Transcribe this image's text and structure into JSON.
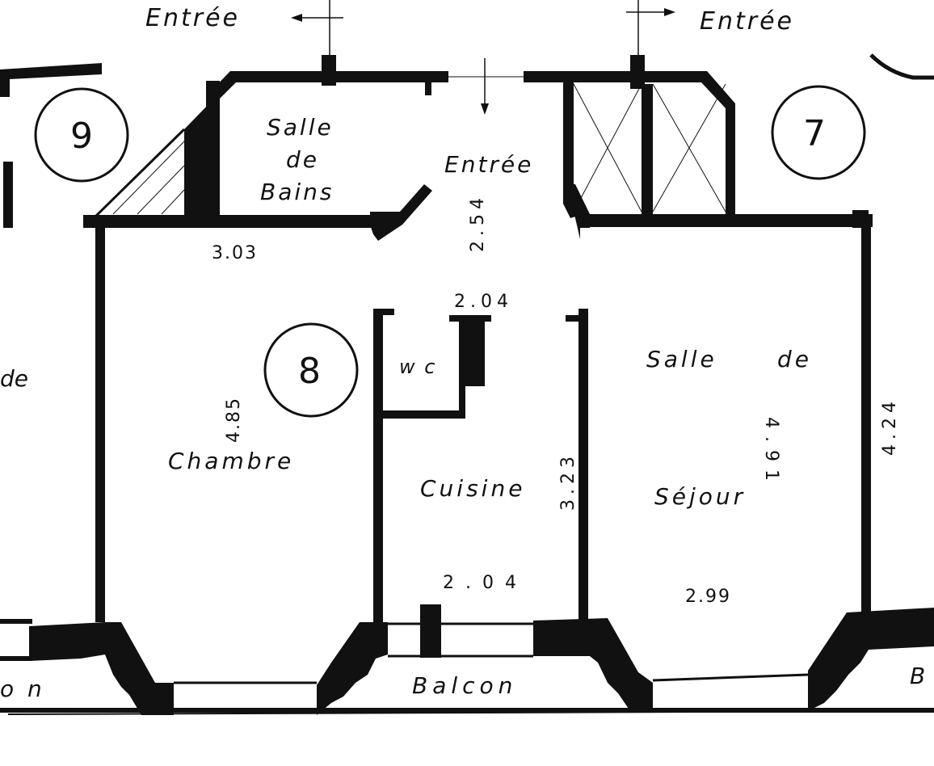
{
  "labels": {
    "entree_top_left": "Entrée",
    "entree_top_right": "Entrée",
    "entree_hall": "Entrée",
    "salle_de_bains_1": "Salle",
    "salle_de_bains_2": "de",
    "salle_de_bains_3": "Bains",
    "chambre": "Chambre",
    "wc": "w c",
    "cuisine": "Cuisine",
    "sejour_1": "Salle",
    "sejour_2": "de",
    "sejour_3": "Séjour",
    "balcon_center": "Balcon",
    "balcon_left_fragment": "o n",
    "balcon_right_fragment": "B",
    "left_edge_fragment": "de"
  },
  "unit_numbers": {
    "unit_9": "9",
    "unit_8": "8",
    "unit_7": "7"
  },
  "dimensions": {
    "bath_width": "3.03",
    "hall_depth": "2.54",
    "hall_width": "2.04",
    "chambre_depth": "4.85",
    "kitchen_depth": "3.23",
    "kitchen_width": "2.04",
    "sejour_depth": "4.91",
    "sejour_right_depth": "4.24",
    "sejour_width": "2.99"
  }
}
